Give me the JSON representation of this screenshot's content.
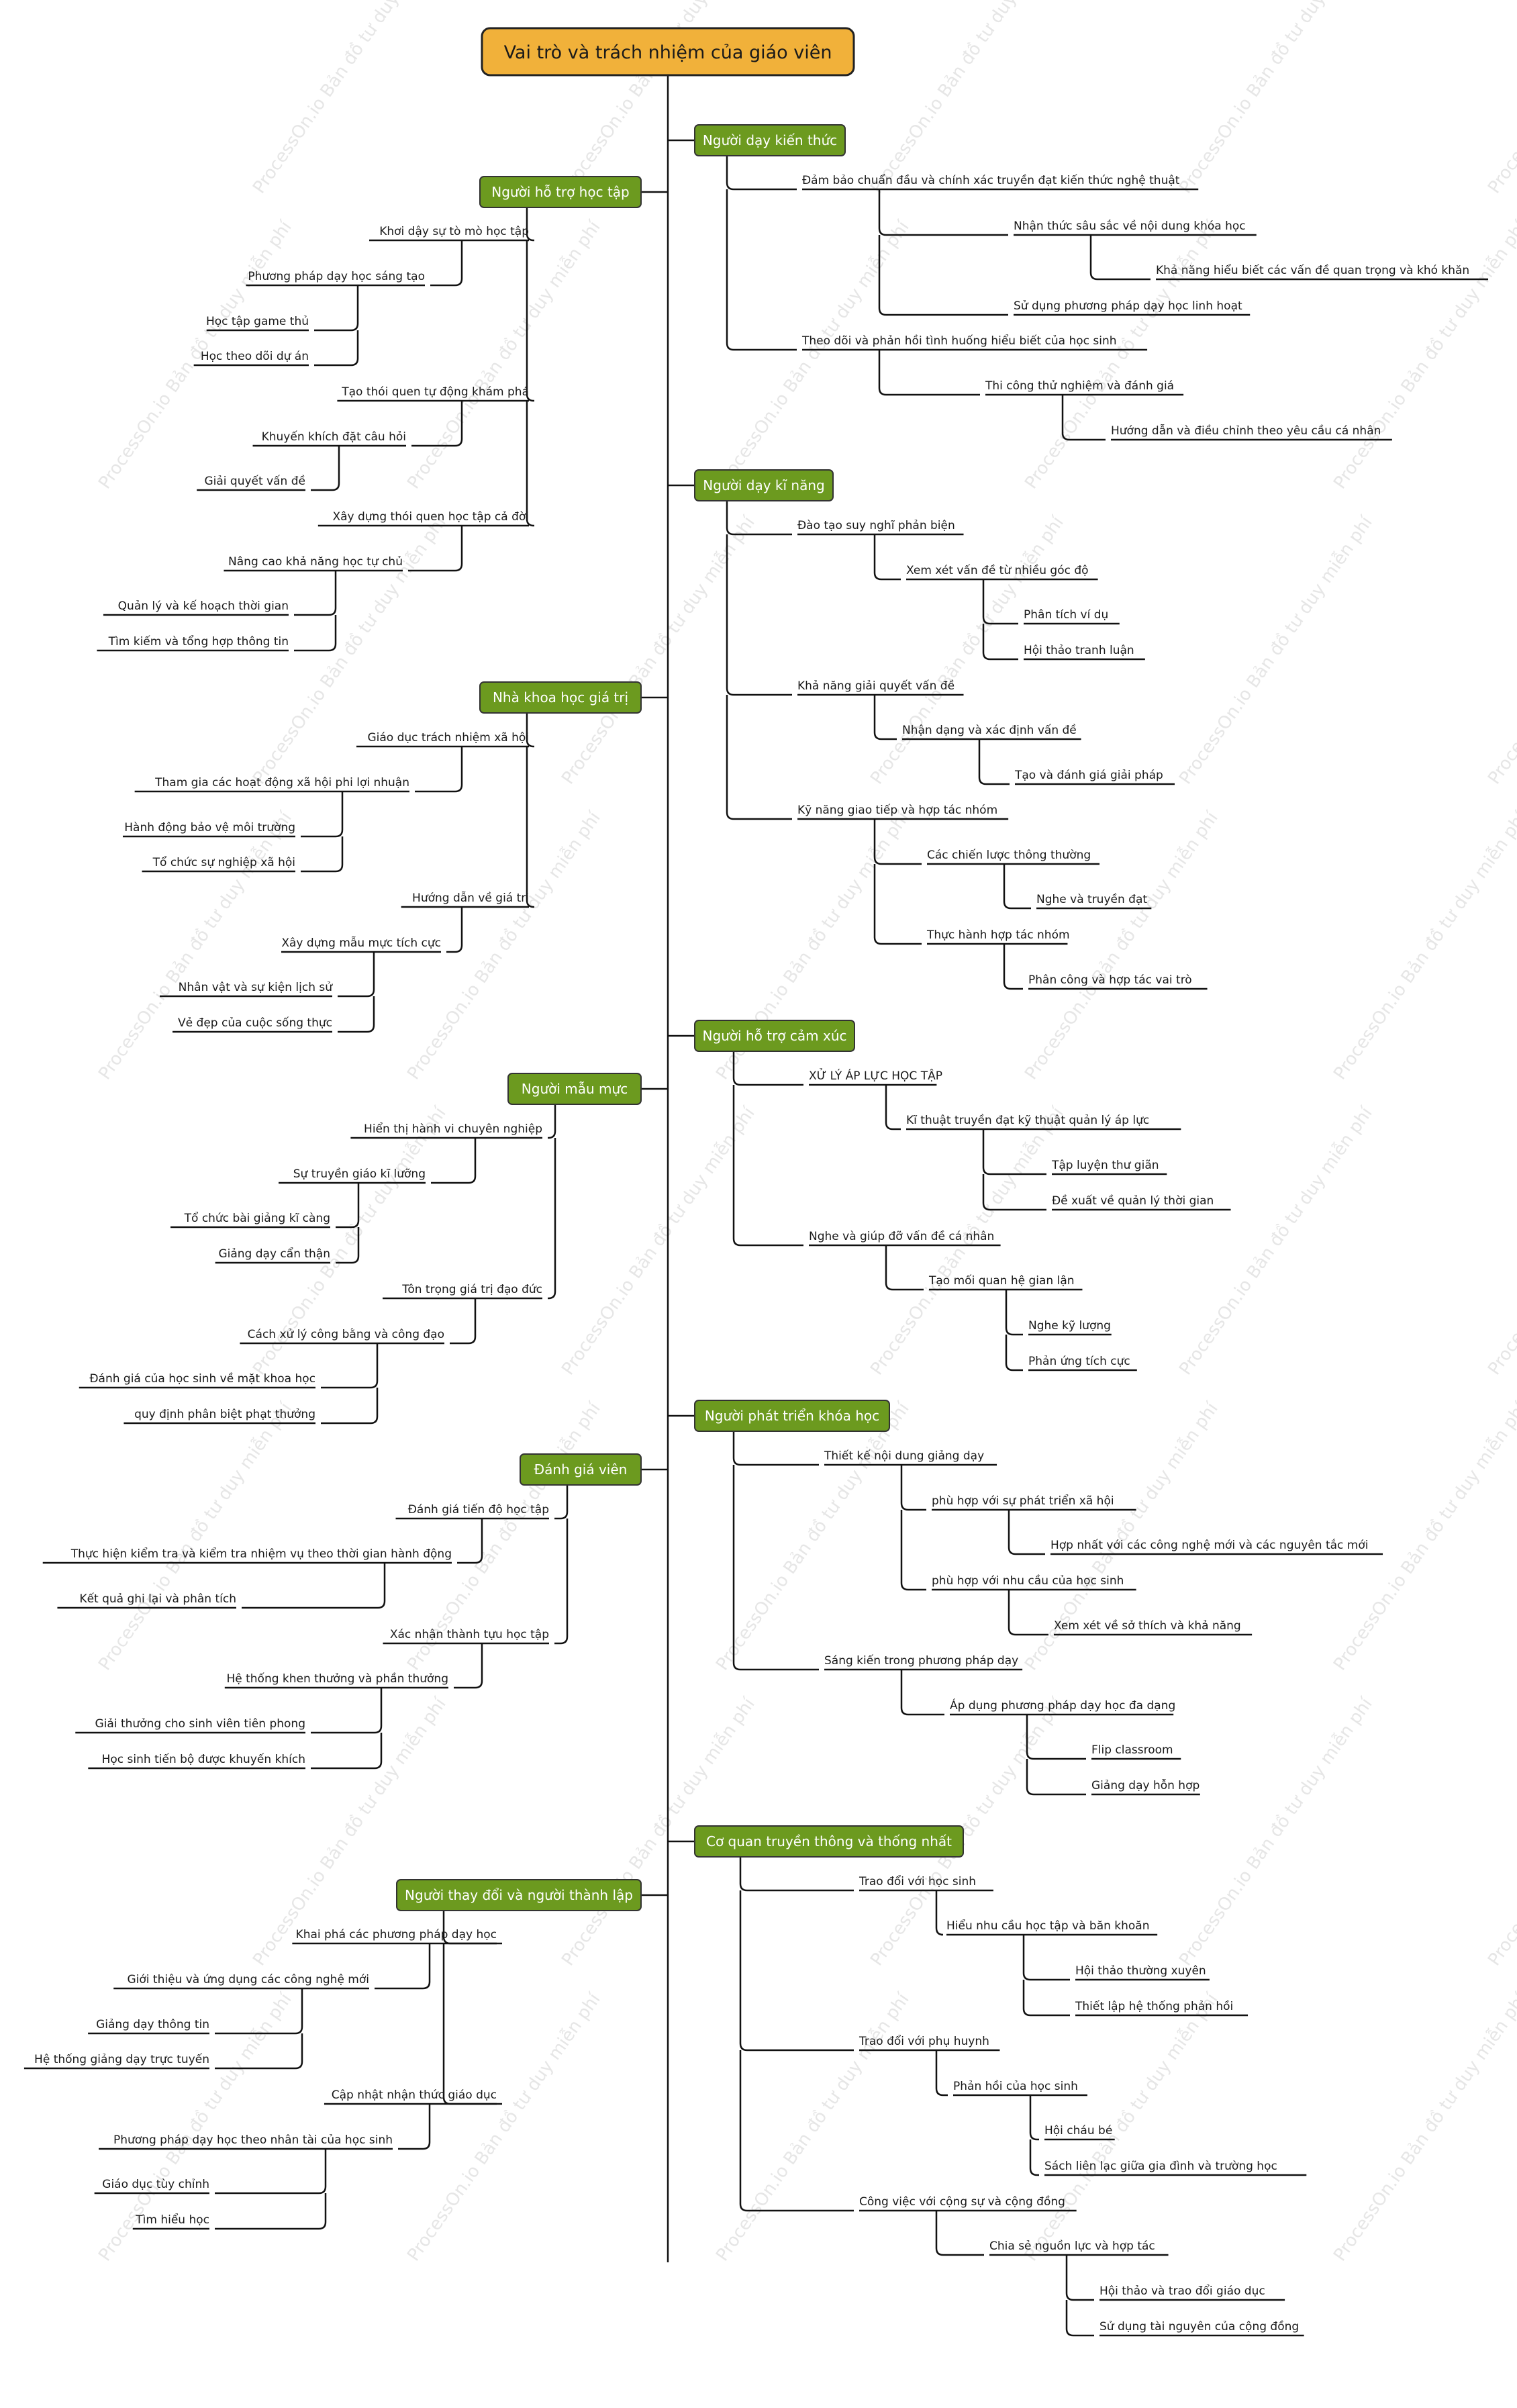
{
  "root": {
    "label": "Vai trò và trách nhiệm của giáo viên"
  },
  "watermark": "ProcessOn.io Bản đồ tư duy miễn phí",
  "colors": {
    "root_fill": "#f1b13a",
    "branch_fill": "#6c9a1f",
    "line": "#111111"
  },
  "left_branches": [
    {
      "label": "Người hỗ trợ học tập",
      "children": [
        {
          "label": "Khơi dậy sự tò mò học tập",
          "children": [
            {
              "label": "Phương pháp dạy học sáng tạo",
              "children": [
                {
                  "label": "Học tập game thủ"
                },
                {
                  "label": "Học theo dõi dự án"
                }
              ]
            }
          ]
        },
        {
          "label": "Tạo thói quen tự động khám phá",
          "children": [
            {
              "label": "Khuyến khích đặt câu hỏi",
              "children": [
                {
                  "label": "Giải quyết vấn đề"
                }
              ]
            }
          ]
        },
        {
          "label": "Xây dựng thói quen học tập cả đời",
          "children": [
            {
              "label": "Nâng cao khả năng học tự chủ",
              "children": [
                {
                  "label": "Quản lý và kế hoạch thời gian"
                },
                {
                  "label": "Tìm kiếm và tổng hợp thông tin"
                }
              ]
            }
          ]
        }
      ]
    },
    {
      "label": "Nhà khoa học giá trị",
      "children": [
        {
          "label": "Giáo dục trách nhiệm xã hội",
          "children": [
            {
              "label": "Tham gia các hoạt động xã hội phi lợi nhuận",
              "children": [
                {
                  "label": "Hành động bảo vệ môi trường"
                },
                {
                  "label": "Tổ chức sự nghiệp xã hội"
                }
              ]
            }
          ]
        },
        {
          "label": "Hướng dẫn về giá trị",
          "children": [
            {
              "label": "Xây dựng mẫu mực tích cực",
              "children": [
                {
                  "label": "Nhân vật và sự kiện lịch sử"
                },
                {
                  "label": "Vẻ đẹp của cuộc sống thực"
                }
              ]
            }
          ]
        }
      ]
    },
    {
      "label": "Người mẫu mực",
      "children": [
        {
          "label": "Hiển thị hành vi chuyên nghiệp",
          "children": [
            {
              "label": "Sự truyền giáo kĩ lưỡng",
              "children": [
                {
                  "label": "Tổ chức bài giảng kĩ càng"
                },
                {
                  "label": "Giảng dạy cẩn thận"
                }
              ]
            }
          ]
        },
        {
          "label": "Tôn trọng giá trị đạo đức",
          "children": [
            {
              "label": "Cách xử lý công bằng và công đạo",
              "children": [
                {
                  "label": "Đánh giá của học sinh về mặt khoa học"
                },
                {
                  "label": "quy định phân biệt phạt thưởng"
                }
              ]
            }
          ]
        }
      ]
    },
    {
      "label": "Đánh giá viên",
      "children": [
        {
          "label": "Đánh giá tiến độ học tập",
          "children": [
            {
              "label": "Thực hiện kiểm tra và kiểm tra nhiệm vụ theo thời gian hành động",
              "children": [
                {
                  "label": "Kết quả ghi lại và phân tích"
                }
              ]
            }
          ]
        },
        {
          "label": "Xác nhận thành tựu học tập",
          "children": [
            {
              "label": "Hệ thống khen thưởng và phần thưởng",
              "children": [
                {
                  "label": "Giải thưởng cho sinh viên tiên phong"
                },
                {
                  "label": "Học sinh tiến bộ được khuyến khích"
                }
              ]
            }
          ]
        }
      ]
    },
    {
      "label": "Người thay đổi và người thành lập",
      "children": [
        {
          "label": "Khai phá các phương pháp dạy học",
          "children": [
            {
              "label": "Giới thiệu và ứng dụng các công nghệ mới",
              "children": [
                {
                  "label": "Giảng dạy thông tin"
                },
                {
                  "label": "Hệ thống giảng dạy trực tuyến"
                }
              ]
            }
          ]
        },
        {
          "label": "Cập nhật nhận thức giáo dục",
          "children": [
            {
              "label": "Phương pháp dạy học theo nhân tài của học sinh",
              "children": [
                {
                  "label": "Giáo dục tùy chỉnh"
                },
                {
                  "label": "Tìm hiểu học"
                }
              ]
            }
          ]
        }
      ]
    }
  ],
  "right_branches": [
    {
      "label": "Người dạy kiến thức",
      "children": [
        {
          "label": "Đảm bảo chuẩn đầu và chính xác truyền đạt kiến thức nghệ thuật",
          "children": [
            {
              "label": "Nhận thức sâu sắc về nội dung khóa học",
              "children": [
                {
                  "label": "Khả năng hiểu biết các vấn đề quan trọng và khó khăn"
                }
              ]
            },
            {
              "label": "Sử dụng phương pháp dạy học linh hoạt"
            }
          ]
        },
        {
          "label": "Theo dõi và phản hồi tình huống hiểu biết của học sinh",
          "children": [
            {
              "label": "Thi công thử nghiệm và đánh giá",
              "children": [
                {
                  "label": "Hướng dẫn và điều chỉnh theo yêu cầu cá nhân"
                }
              ]
            }
          ]
        }
      ]
    },
    {
      "label": "Người dạy kĩ năng",
      "children": [
        {
          "label": "Đào tạo suy nghĩ phản biện",
          "children": [
            {
              "label": "Xem xét vấn đề từ nhiều góc độ",
              "children": [
                {
                  "label": "Phân tích ví dụ"
                },
                {
                  "label": "Hội thảo tranh luận"
                }
              ]
            }
          ]
        },
        {
          "label": "Khả năng giải quyết vấn đề",
          "children": [
            {
              "label": "Nhận dạng và xác định vấn đề",
              "children": [
                {
                  "label": "Tạo và đánh giá giải pháp"
                }
              ]
            }
          ]
        },
        {
          "label": "Kỹ năng giao tiếp và hợp tác nhóm",
          "children": [
            {
              "label": "Các chiến lược thông thường",
              "children": [
                {
                  "label": "Nghe và truyền đạt"
                }
              ]
            },
            {
              "label": "Thực hành hợp tác nhóm",
              "children": [
                {
                  "label": "Phân công và hợp tác vai trò"
                }
              ]
            }
          ]
        }
      ]
    },
    {
      "label": "Người hỗ trợ cảm xúc",
      "children": [
        {
          "label": "XỬ LÝ ÁP LỰC HỌC TẬP",
          "children": [
            {
              "label": "Kĩ thuật truyền đạt kỹ thuật quản lý áp lực",
              "children": [
                {
                  "label": "Tập luyện thư giãn"
                },
                {
                  "label": "Đề xuất về quản lý thời gian"
                }
              ]
            }
          ]
        },
        {
          "label": "Nghe và giúp đỡ vấn đề cá nhân",
          "children": [
            {
              "label": "Tạo mối quan hệ gian lận",
              "children": [
                {
                  "label": "Nghe kỹ lượng"
                },
                {
                  "label": "Phản ứng tích cực"
                }
              ]
            }
          ]
        }
      ]
    },
    {
      "label": "Người phát triển khóa học",
      "children": [
        {
          "label": "Thiết kế nội dung giảng dạy",
          "children": [
            {
              "label": "phù hợp với sự phát triển xã hội",
              "children": [
                {
                  "label": "Hợp nhất với các công nghệ mới và các nguyên tắc mới"
                }
              ]
            },
            {
              "label": "phù hợp với nhu cầu của học sinh",
              "children": [
                {
                  "label": "Xem xét về sở thích và khả năng"
                }
              ]
            }
          ]
        },
        {
          "label": "Sáng kiến trong phương pháp dạy",
          "children": [
            {
              "label": "Áp dụng phương pháp dạy học đa dạng",
              "children": [
                {
                  "label": "Flip classroom"
                },
                {
                  "label": "Giảng dạy hỗn hợp"
                }
              ]
            }
          ]
        }
      ]
    },
    {
      "label": "Cơ quan truyền thông và thống nhất",
      "children": [
        {
          "label": "Trao đổi với học sinh",
          "children": [
            {
              "label": "Hiểu nhu cầu học tập và băn khoăn",
              "children": [
                {
                  "label": "Hội thảo thường xuyên"
                },
                {
                  "label": "Thiết lập hệ thống phản hồi"
                }
              ]
            }
          ]
        },
        {
          "label": "Trao đổi với phụ huynh",
          "children": [
            {
              "label": "Phản hồi của học sinh",
              "children": [
                {
                  "label": "Hội cháu bé"
                },
                {
                  "label": "Sách liên lạc giữa gia đình và trường học"
                }
              ]
            }
          ]
        },
        {
          "label": "Công việc với cộng sự và cộng đồng",
          "children": [
            {
              "label": "Chia sẻ nguồn lực và hợp tác",
              "children": [
                {
                  "label": "Hội thảo và trao đổi giáo dục"
                },
                {
                  "label": "Sử dụng tài nguyên của cộng đồng"
                }
              ]
            }
          ]
        }
      ]
    }
  ]
}
